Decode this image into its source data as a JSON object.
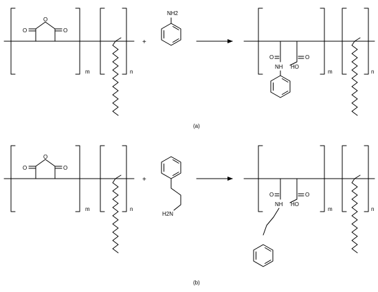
{
  "schemes": [
    {
      "caption": "(a)",
      "reagent_formula": "NH2",
      "reagent_name": "aniline",
      "reagent_icon": "aniline-icon",
      "labels": {
        "o1": "O",
        "o2": "O",
        "o3": "O",
        "m1": "m",
        "n1": "n",
        "plus": "+",
        "m2": "m",
        "n2": "n",
        "o4": "O",
        "o5": "O",
        "nh": "NH",
        "ho": "HO"
      }
    },
    {
      "caption": "(b)",
      "reagent_formula": "H2N",
      "reagent_name": "2-phenylethylamine",
      "reagent_icon": "phenethylamine-icon",
      "labels": {
        "o1": "O",
        "o2": "O",
        "o3": "O",
        "m1": "m",
        "n1": "n",
        "plus": "+",
        "m2": "m",
        "n2": "n",
        "o4": "O",
        "o5": "O",
        "nh": "NH",
        "ho": "HO"
      }
    }
  ],
  "colors": {
    "ink": "#000000",
    "background": "#ffffff"
  }
}
